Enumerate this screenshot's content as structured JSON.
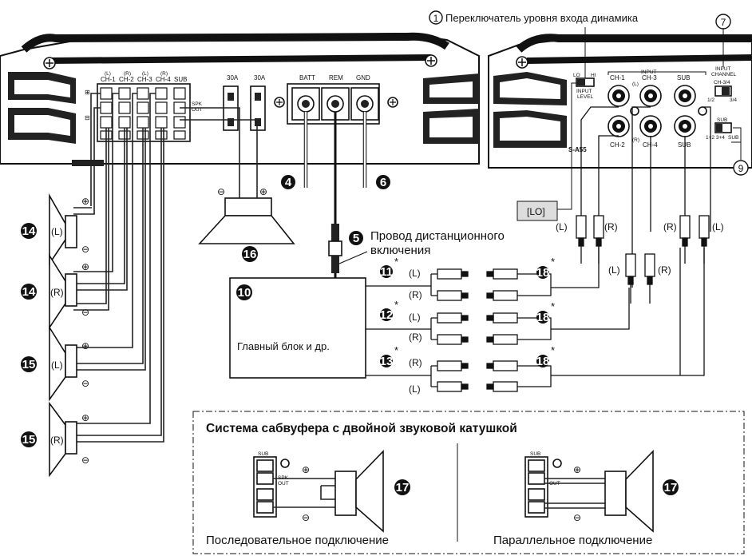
{
  "callouts": {
    "n1": "1",
    "n4": "4",
    "n5": "5",
    "n6": "6",
    "n7": "7",
    "n9": "9",
    "n10": "10",
    "n11": "11",
    "n12": "12",
    "n13": "13",
    "n14": "14",
    "n15": "15",
    "n16": "16",
    "n17": "17",
    "n18": "18",
    "asterisk": "*"
  },
  "labels": {
    "input_level_switch": "Переключатель уровня входа динамика",
    "remote_wire": "Провод дистанционного",
    "remote_wire_2": "включения",
    "head_unit": "Главный блок и др.",
    "lo_box": "[LO]",
    "dual_coil_title": "Система сабвуфера с двойной звуковой катушкой",
    "series": "Последовательное подключение",
    "parallel": "Параллельное подключение"
  },
  "amp_left": {
    "ch1_lr": "(L)",
    "ch2_lr": "(R)",
    "ch3_lr": "(L)",
    "ch4_lr": "(R)",
    "ch1": "CH-1",
    "ch2": "CH-2",
    "ch3": "CH-3",
    "ch4": "CH-4",
    "sub": "SUB",
    "plus": "⊞",
    "minus": "⊟",
    "spk_out": "SPK",
    "spk_out2": "OUT",
    "fuse1": "30A",
    "fuse2": "30A",
    "batt": "BATT",
    "rem": "REM",
    "gnd": "GND"
  },
  "amp_right": {
    "input": "INPUT",
    "ch1": "CH-1",
    "ch3": "CH-3",
    "sub": "SUB",
    "ch2": "CH-2",
    "ch4": "CH-4",
    "sub2": "SUB",
    "l": "(L)",
    "r": "(R)",
    "lo": "LO",
    "hi": "HI",
    "input_level": "INPUT",
    "input_level2": "LEVEL",
    "input_channel": "INPUT",
    "input_channel2": "CHANNEL",
    "ch34": "CH-3/4",
    "half": "1/2",
    "three_four": "3/4",
    "sub_sw": "SUB",
    "sub_opts": "1+2  3+4",
    "sub_opt_sub": "SUB",
    "model": "S-A55"
  },
  "speaker_labels": {
    "s14a": "(L)",
    "s14b": "(R)",
    "s15a": "(L)",
    "s15b": "(R)",
    "plus": "⊕",
    "minus": "⊖"
  },
  "rca_labels": {
    "ra_l": "(L)",
    "ra_r": "(R)",
    "rb_l": "(L)",
    "rb_r": "(R)",
    "rc_r": "(R)",
    "rc_l": "(L)",
    "g11_top": "(L)",
    "g11_bot": "(R)",
    "g12_top": "(L)",
    "g12_bot": "(R)",
    "g13_top": "(R)",
    "g13_bot": "(L)"
  },
  "dual_coil": {
    "sub": "SUB",
    "spk": "SPK",
    "out": "OUT",
    "sub2": "SUB",
    "out2": "OUT"
  }
}
